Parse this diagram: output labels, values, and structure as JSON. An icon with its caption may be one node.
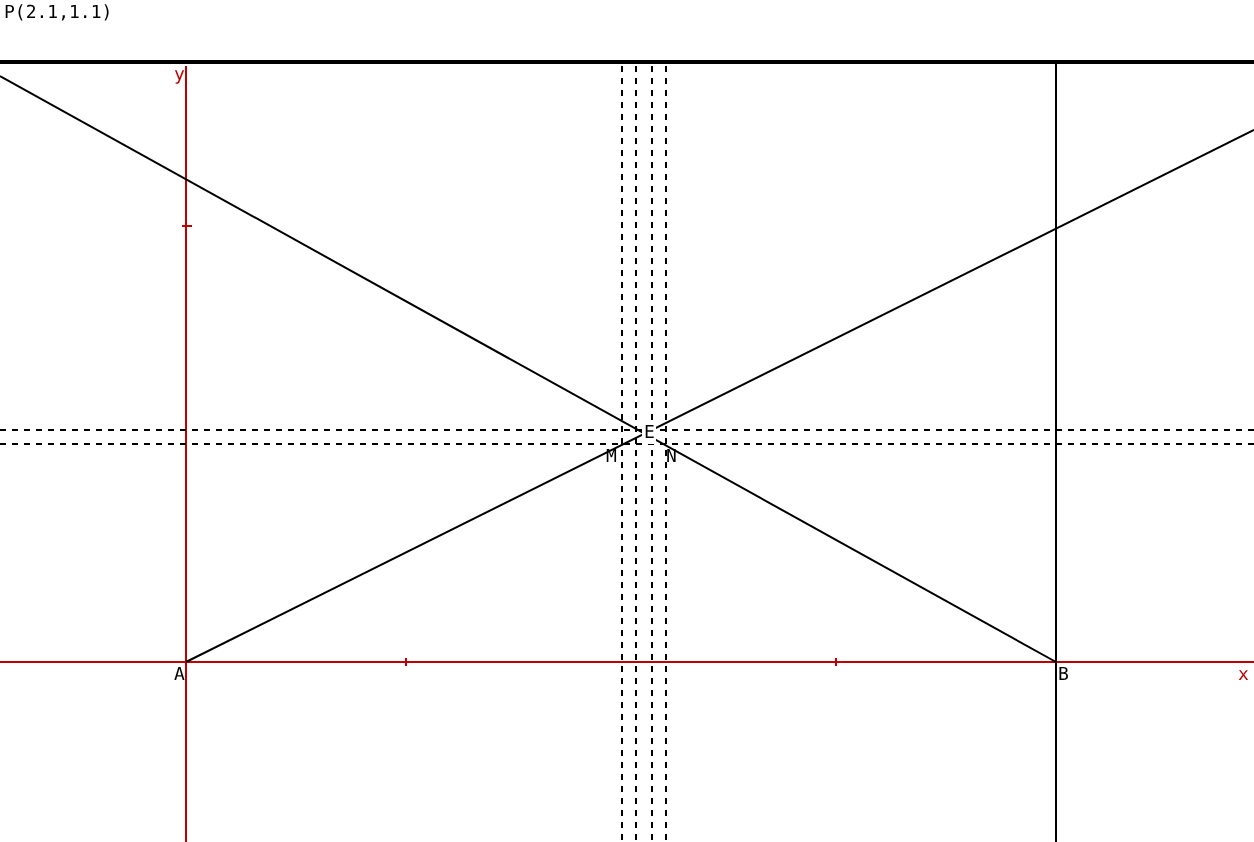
{
  "diagram": {
    "labels": [
      "P(2.1,1.1)",
      "y",
      "E",
      "M",
      "N",
      "A",
      "B",
      "x"
    ]
  }
}
